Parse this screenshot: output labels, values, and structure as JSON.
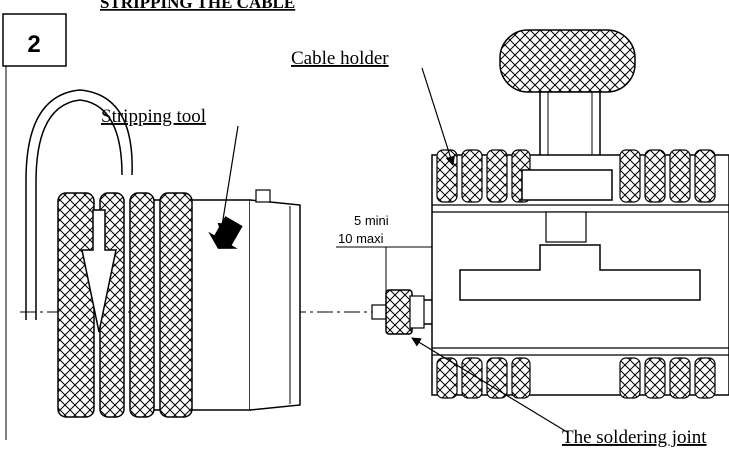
{
  "header": {
    "title": "STRIPPING THE CABLE",
    "step_number": "2"
  },
  "labels": {
    "cable_holder": "Cable holder",
    "stripping_tool": "Stripping tool",
    "soldering_joint": "The soldering joint"
  },
  "dimension": {
    "min_text": "5 mini",
    "max_text": "10 maxi"
  },
  "colors": {
    "ink": "#000000",
    "paper": "#ffffff",
    "hatch": "#000000"
  }
}
